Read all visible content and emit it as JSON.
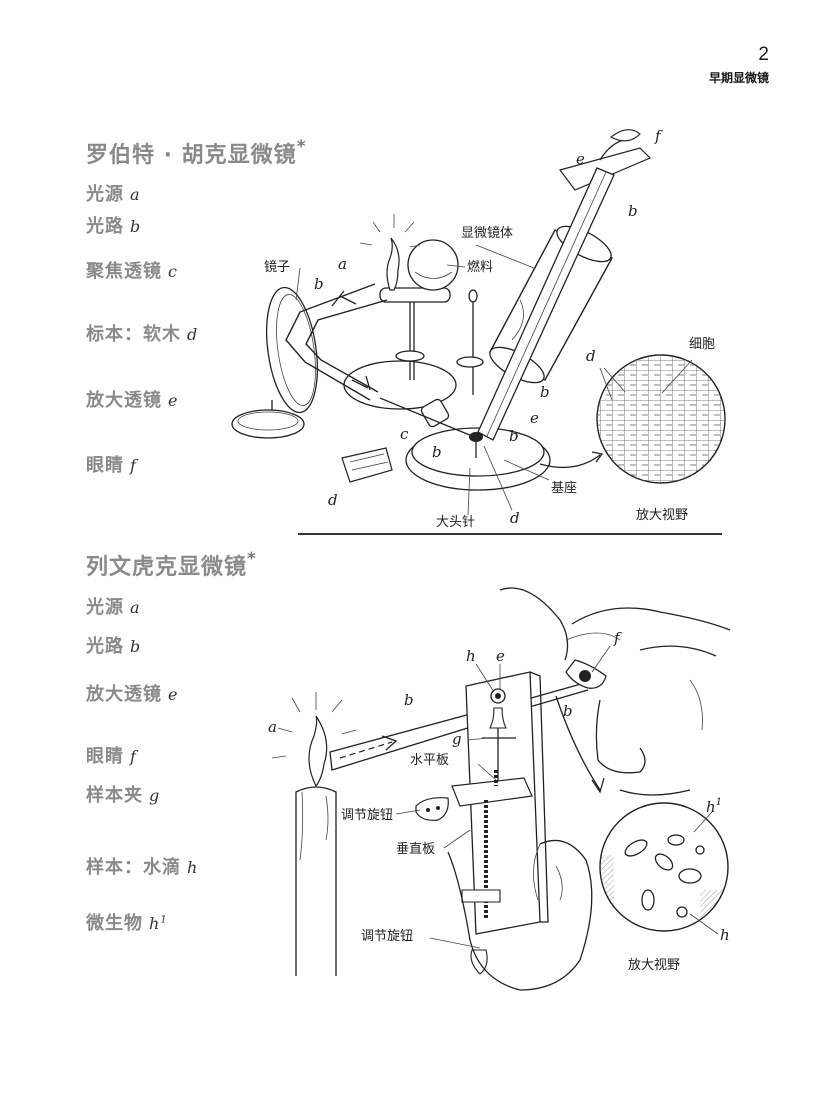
{
  "header": {
    "page_number": "2",
    "chapter": "早期显微镜"
  },
  "hooke": {
    "title": "罗伯特 · 胡克显微镜",
    "star": "*",
    "legend": [
      {
        "label": "光源",
        "letter": "a"
      },
      {
        "label": "光路",
        "letter": "b"
      },
      {
        "label": "聚焦透镜",
        "letter": "c"
      },
      {
        "label": "标本：软木",
        "letter": "d"
      },
      {
        "label": "放大透镜",
        "letter": "e"
      },
      {
        "label": "眼睛",
        "letter": "f"
      }
    ],
    "callouts": {
      "mirror": "镜子",
      "body": "显微镜体",
      "fuel": "燃料",
      "cells": "细胞",
      "base": "基座",
      "pin": "大头针",
      "view": "放大视野"
    }
  },
  "leeuwenhoek": {
    "title": "列文虎克显微镜",
    "star": "*",
    "legend": [
      {
        "label": "光源",
        "letter": "a",
        "sup": ""
      },
      {
        "label": "光路",
        "letter": "b",
        "sup": ""
      },
      {
        "label": "放大透镜",
        "letter": "e",
        "sup": ""
      },
      {
        "label": "眼睛",
        "letter": "f",
        "sup": ""
      },
      {
        "label": "样本夹",
        "letter": "g",
        "sup": ""
      },
      {
        "label": "样本：水滴",
        "letter": "h",
        "sup": ""
      },
      {
        "label": "微生物",
        "letter": "h",
        "sup": "1"
      }
    ],
    "callouts": {
      "horizontal_plate": "水平板",
      "knob_top": "调节旋钮",
      "vertical_plate": "垂直板",
      "knob_bottom": "调节旋钮",
      "view": "放大视野"
    }
  },
  "letters": {
    "a": "a",
    "b": "b",
    "c": "c",
    "d": "d",
    "e": "e",
    "f": "f",
    "g": "g",
    "h": "h",
    "h1_base": "h",
    "h1_sup": "1"
  }
}
